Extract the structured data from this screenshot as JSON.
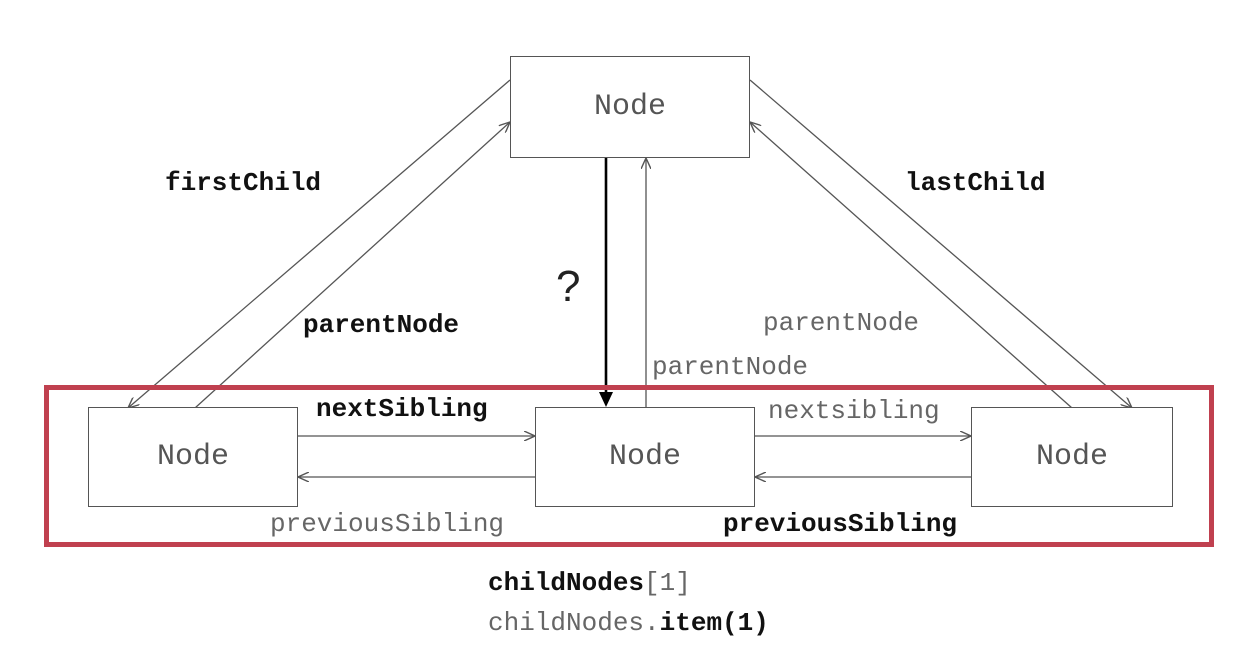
{
  "nodes": {
    "top": "Node",
    "left": "Node",
    "middle": "Node",
    "right": "Node"
  },
  "labels": {
    "first_child": "firstChild",
    "last_child": "lastChild",
    "parent_node_left": "parentNode",
    "parent_node_right": "parentNode",
    "parent_node_middle": "parentNode",
    "next_sibling_left": "nextSibling",
    "next_sibling_right": "nextsibling",
    "previous_sibling_left": "previousSibling",
    "previous_sibling_right": "previousSibling",
    "question": "?"
  },
  "footer": {
    "line1_bold": "childNodes",
    "line1_light": "[1]",
    "line2_light": "childNodes.",
    "line2_bold": "item(1)"
  },
  "colors": {
    "highlight_frame": "#c0404f",
    "line": "#555555"
  }
}
